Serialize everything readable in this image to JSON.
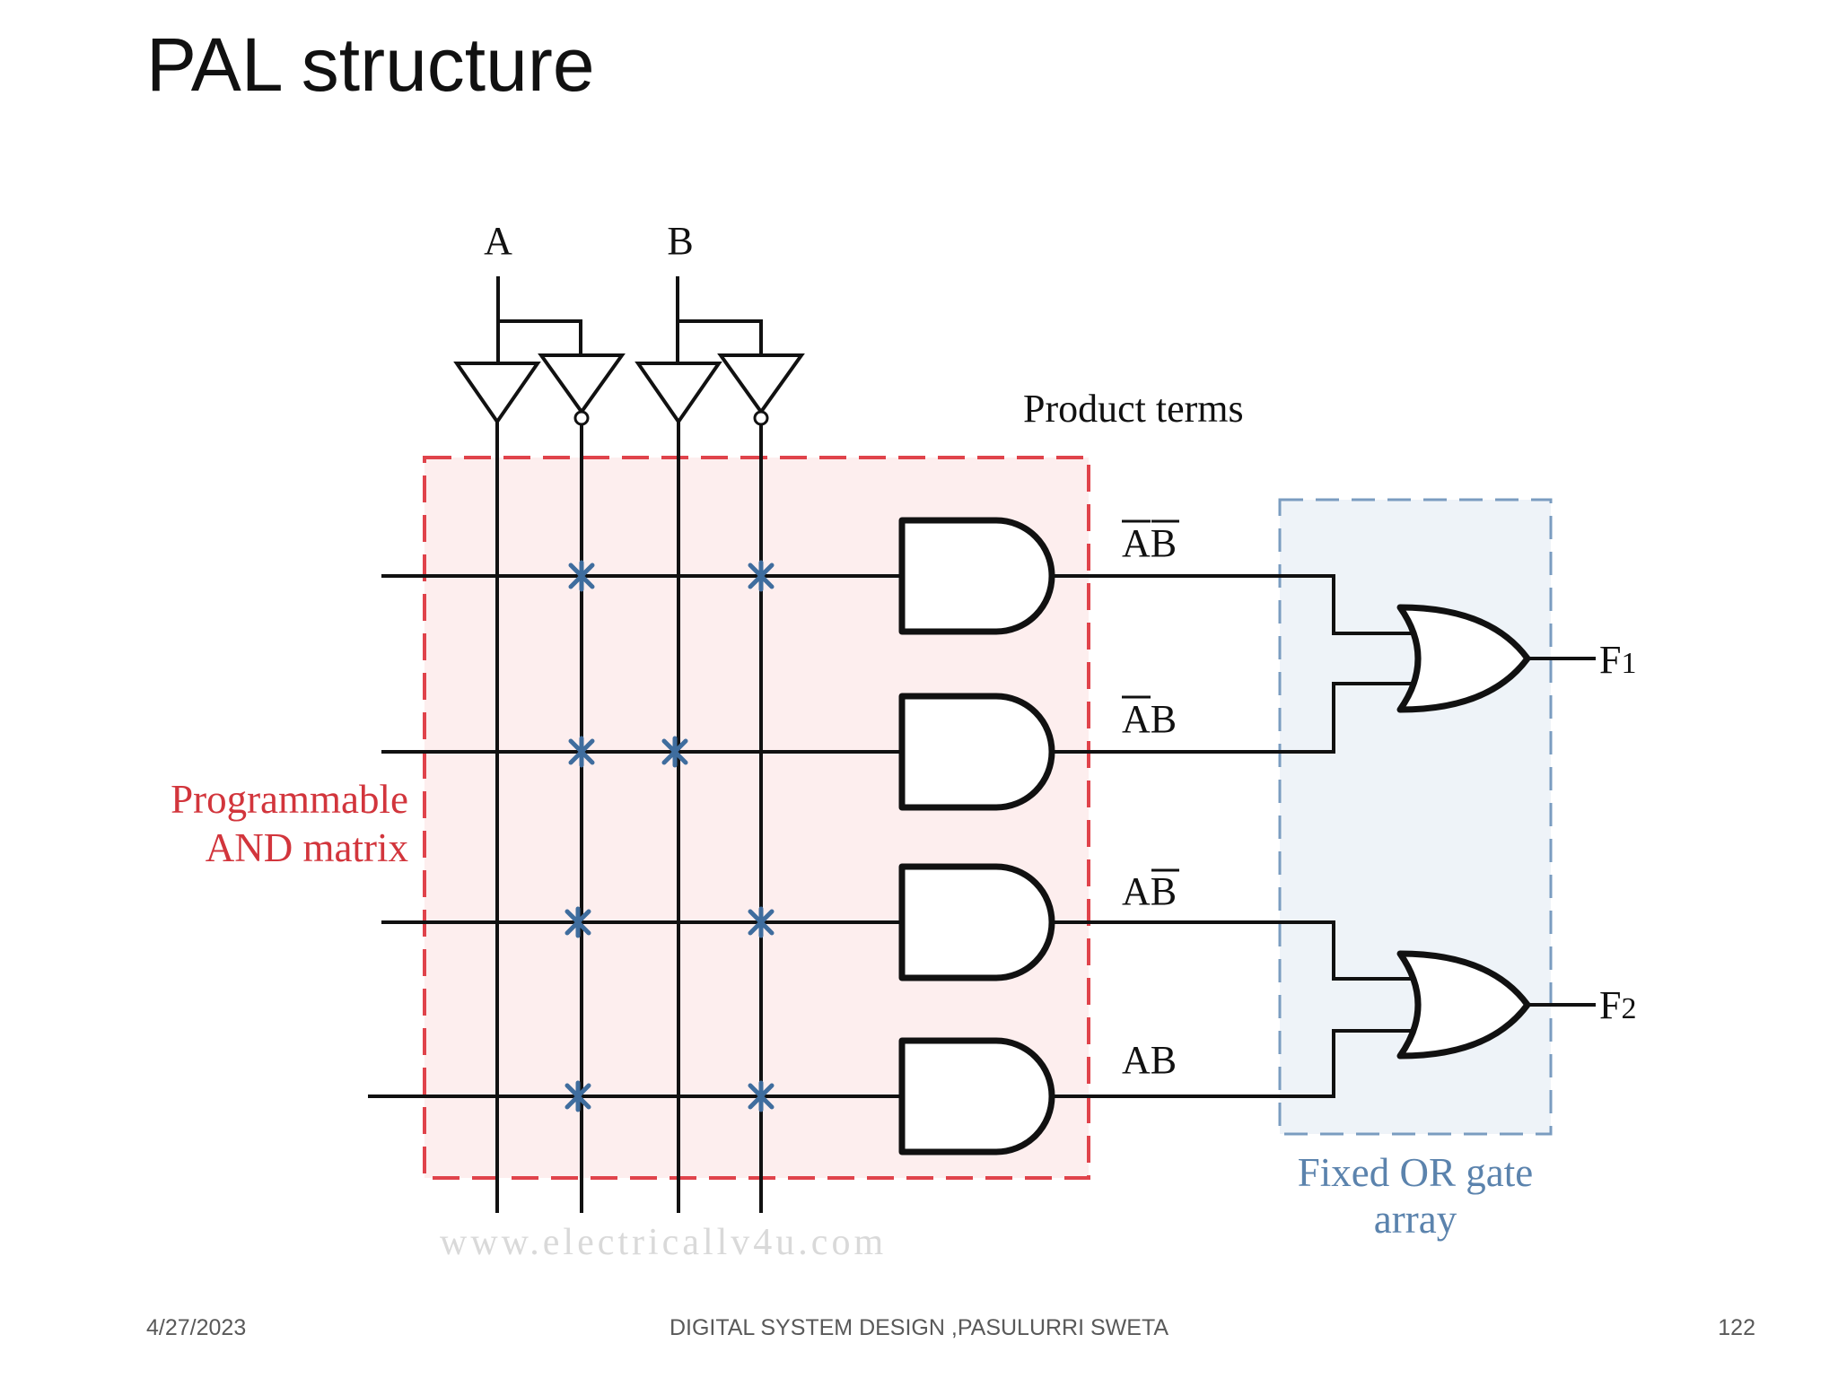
{
  "slide": {
    "title": "PAL structure",
    "footer": {
      "date": "4/27/2023",
      "center": "DIGITAL SYSTEM DESIGN ,PASULURRI SWETA",
      "page": "122"
    }
  },
  "diagram": {
    "inputs": [
      "A",
      "B"
    ],
    "product_terms_label": "Product terms",
    "and_matrix_label_line1": "Programmable",
    "and_matrix_label_line2": "AND matrix",
    "or_array_label_line1": "Fixed OR gate",
    "or_array_label_line2": "array",
    "terms": [
      {
        "left": "A",
        "right": "B",
        "left_bar": true,
        "right_bar": true
      },
      {
        "left": "A",
        "right": "B",
        "left_bar": true,
        "right_bar": false
      },
      {
        "left": "A",
        "right": "B",
        "left_bar": false,
        "right_bar": true
      },
      {
        "left": "A",
        "right": "B",
        "left_bar": false,
        "right_bar": false
      }
    ],
    "outputs": [
      {
        "letter": "F",
        "sub": "1"
      },
      {
        "letter": "F",
        "sub": "2"
      }
    ],
    "watermark": "www.electricallv4u.com",
    "colors": {
      "and_region_fill": "#fdeeee",
      "and_region_border": "#e0434b",
      "or_region_fill": "#eef3f8",
      "or_region_border": "#7a9cc0",
      "fuse_mark": "#3f6d9e",
      "wire": "#111111"
    }
  }
}
